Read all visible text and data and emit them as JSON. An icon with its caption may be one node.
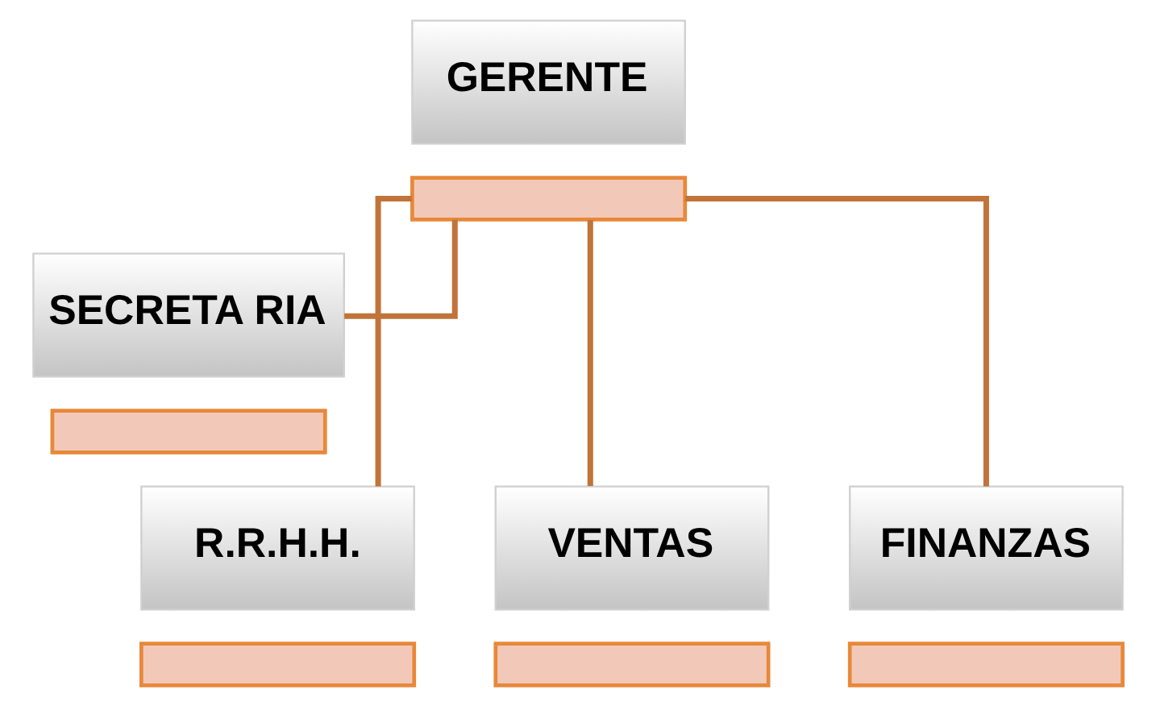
{
  "diagram": {
    "nodes": [
      {
        "text": [
          "GERENTE"
        ]
      },
      {
        "text": [],
        "shape": "box"
      },
      {
        "text": [
          "SECRETA RIA"
        ]
      },
      {
        "text": [],
        "shape": "box"
      },
      {
        "text": [
          "R.R.H.H."
        ]
      },
      {
        "text": [],
        "shape": "box"
      },
      {
        "text": [
          "VENTAS"
        ]
      },
      {
        "text": [],
        "shape": "box"
      },
      {
        "text": [
          "FINANZAS"
        ]
      },
      {
        "text": [],
        "shape": "box"
      }
    ],
    "edges": [
      {
        "from": 1,
        "to": 2,
        "arrow": "none"
      },
      {
        "from": 1,
        "to": 4,
        "arrow": "none"
      },
      {
        "from": 1,
        "to": 6,
        "arrow": "none"
      },
      {
        "from": 1,
        "to": 8,
        "arrow": "none"
      }
    ]
  }
}
